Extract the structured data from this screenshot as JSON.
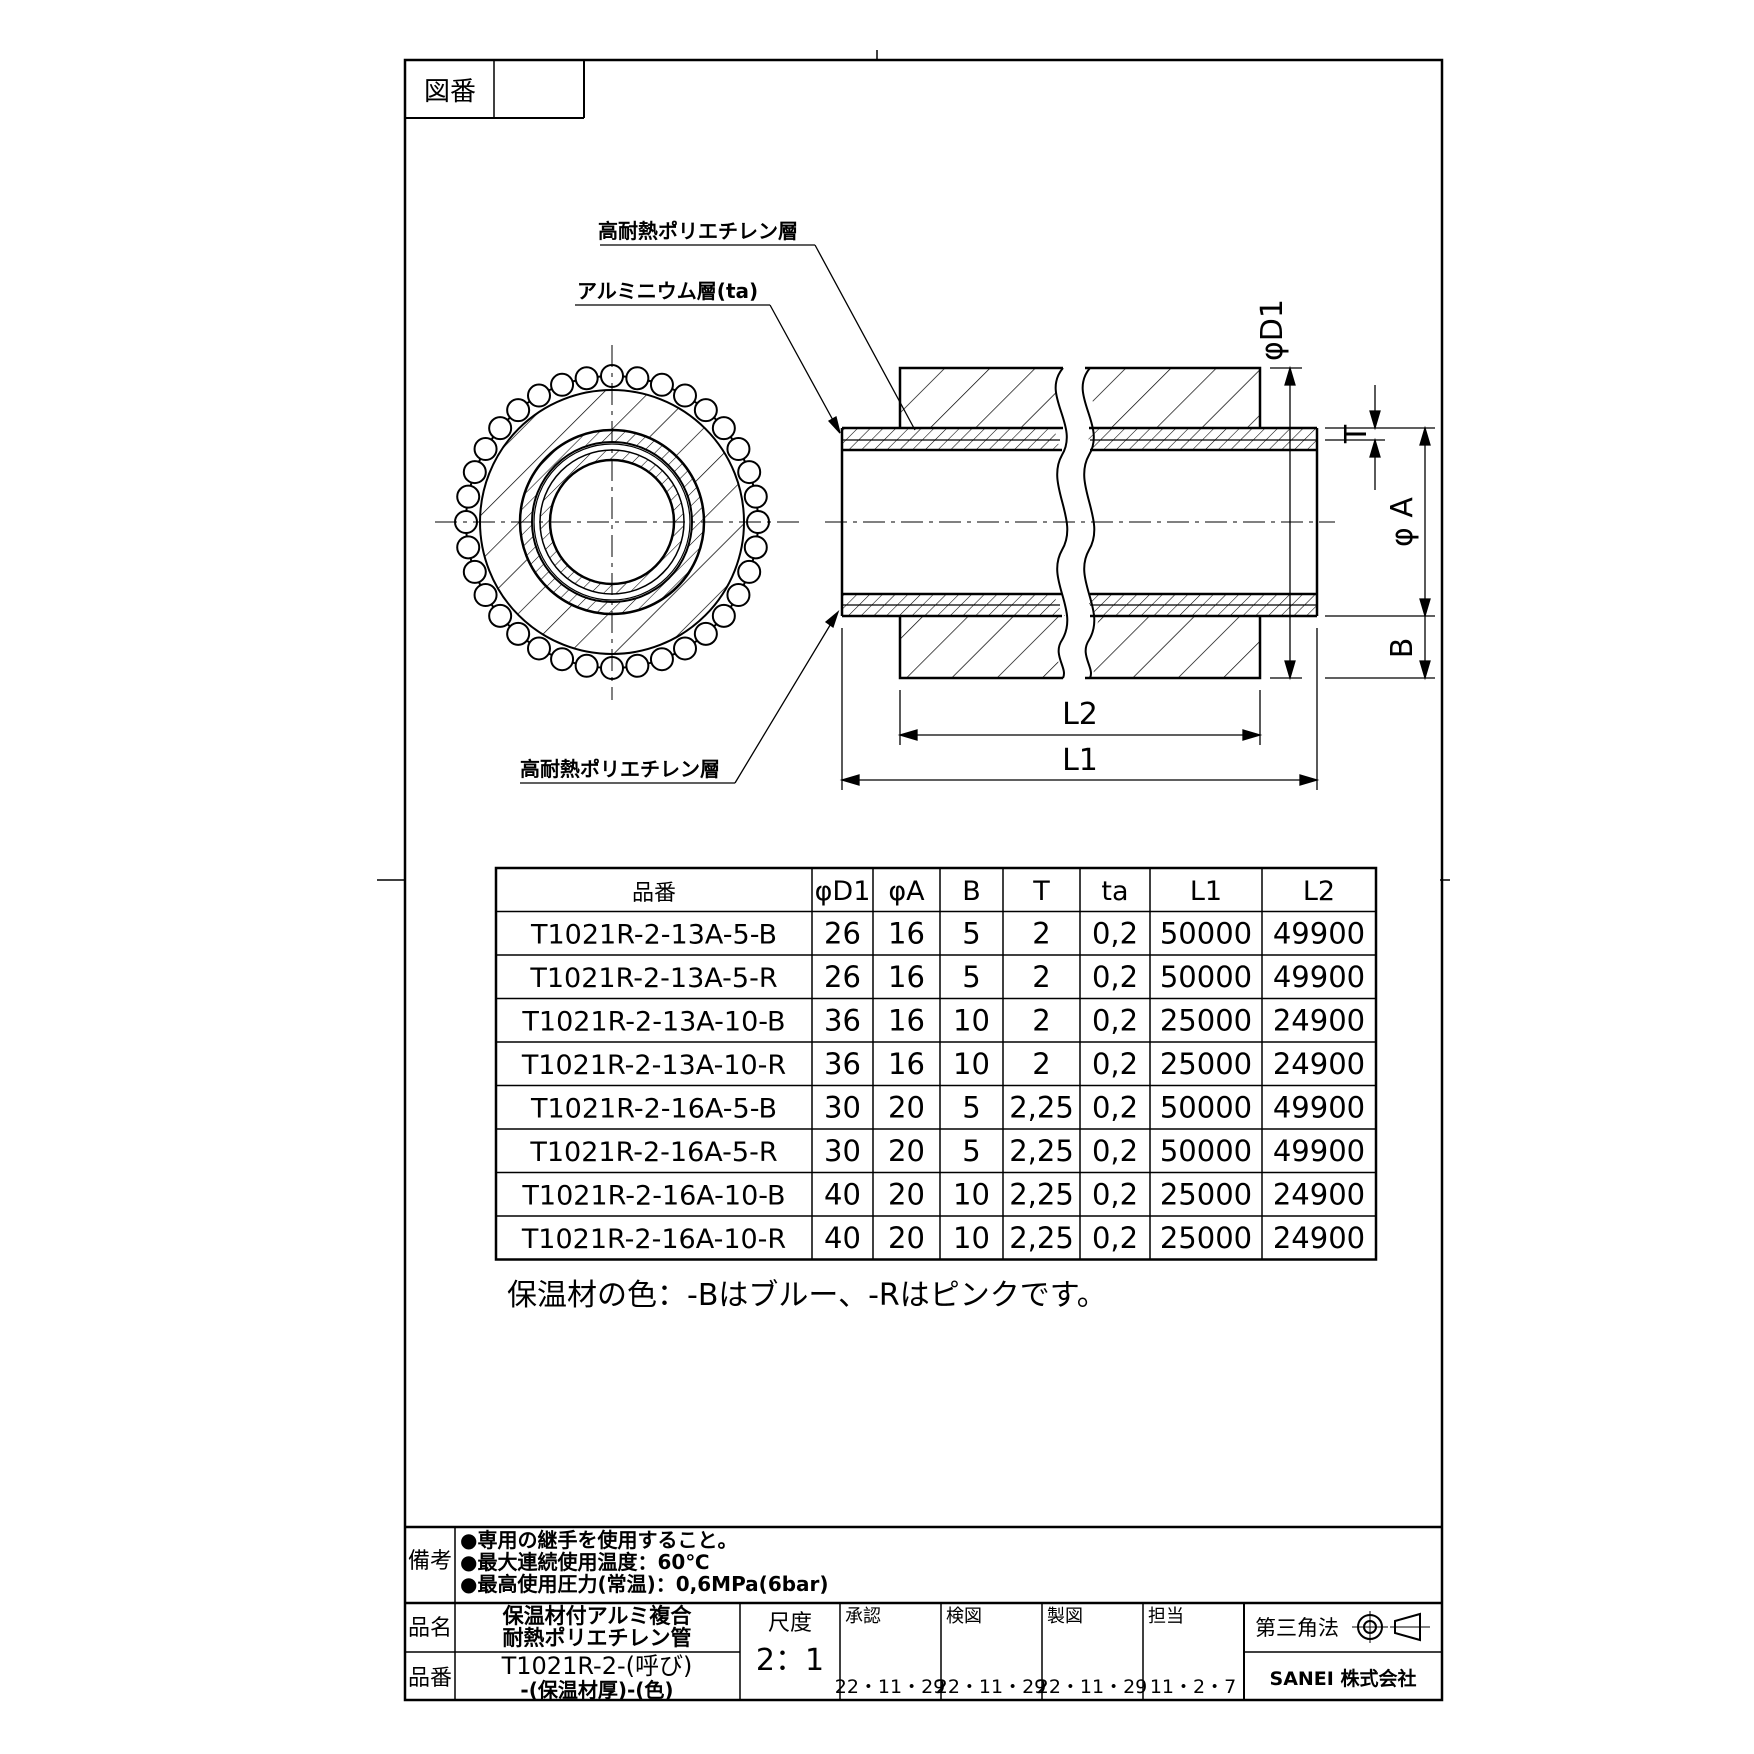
{
  "drawing_number": {
    "label": "図番",
    "value": ""
  },
  "callouts": {
    "outer_layer_top": "高耐熱ポリエチレン層",
    "aluminum_layer": "アルミニウム層(ta)",
    "outer_layer_bottom": "高耐熱ポリエチレン層"
  },
  "dimensions": {
    "d1": "φD1",
    "a": "φ A",
    "t": "T",
    "b": "B",
    "l1": "L1",
    "l2": "L2"
  },
  "spec_table": {
    "headers": [
      "品番",
      "φD1",
      "φA",
      "B",
      "T",
      "ta",
      "L1",
      "L2"
    ],
    "rows": [
      [
        "T1021R-2-13A-5-B",
        "26",
        "16",
        "5",
        "2",
        "0,2",
        "50000",
        "49900"
      ],
      [
        "T1021R-2-13A-5-R",
        "26",
        "16",
        "5",
        "2",
        "0,2",
        "50000",
        "49900"
      ],
      [
        "T1021R-2-13A-10-B",
        "36",
        "16",
        "10",
        "2",
        "0,2",
        "25000",
        "24900"
      ],
      [
        "T1021R-2-13A-10-R",
        "36",
        "16",
        "10",
        "2",
        "0,2",
        "25000",
        "24900"
      ],
      [
        "T1021R-2-16A-5-B",
        "30",
        "20",
        "5",
        "2,25",
        "0,2",
        "50000",
        "49900"
      ],
      [
        "T1021R-2-16A-5-R",
        "30",
        "20",
        "5",
        "2,25",
        "0,2",
        "50000",
        "49900"
      ],
      [
        "T1021R-2-16A-10-B",
        "40",
        "20",
        "10",
        "2,25",
        "0,2",
        "25000",
        "24900"
      ],
      [
        "T1021R-2-16A-10-R",
        "40",
        "20",
        "10",
        "2,25",
        "0,2",
        "25000",
        "24900"
      ]
    ]
  },
  "color_note": "保温材の色：-Bはブルー、-Rはピンクです。",
  "remarks": {
    "label": "備考",
    "lines": [
      "●専用の継手を使用すること。",
      "●最大連続使用温度：60℃",
      "●最高使用圧力(常温)：0,6MPa(6bar)"
    ]
  },
  "title_block": {
    "name_label": "品名",
    "name_lines": [
      "保温材付アルミ複合",
      "耐熱ポリエチレン管"
    ],
    "number_label": "品番",
    "number_lines": [
      "T1021R-2-(呼び)",
      "-(保温材厚)-(色)"
    ],
    "scale_label": "尺度",
    "scale_value": "2：1",
    "approvals": [
      {
        "label": "承認",
        "date": "22・11・29"
      },
      {
        "label": "検図",
        "date": "22・11・29"
      },
      {
        "label": "製図",
        "date": "22・11・29"
      },
      {
        "label": "担当",
        "date": "11・2・7"
      }
    ],
    "projection": "第三角法",
    "company": "SANEI 株式会社"
  }
}
